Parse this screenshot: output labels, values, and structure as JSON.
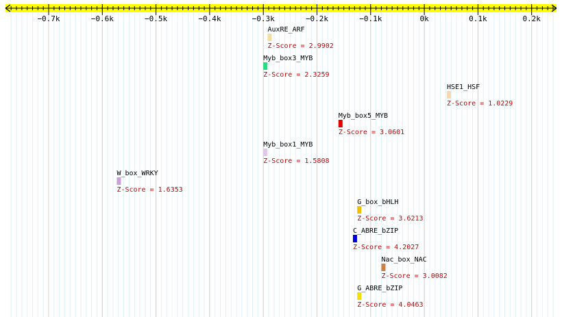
{
  "axis": {
    "range": [
      -770,
      240
    ],
    "major_ticks": [
      {
        "value": -700,
        "label": "−0.7k"
      },
      {
        "value": -600,
        "label": "−0.6k"
      },
      {
        "value": -500,
        "label": "−0.5k"
      },
      {
        "value": -400,
        "label": "−0.4k"
      },
      {
        "value": -300,
        "label": "−0.3k"
      },
      {
        "value": -200,
        "label": "−0.2k"
      },
      {
        "value": -100,
        "label": "−0.1k"
      },
      {
        "value": 0,
        "label": "0k"
      },
      {
        "value": 100,
        "label": "0.1k"
      },
      {
        "value": 200,
        "label": "0.2k"
      }
    ],
    "minor_step": 10,
    "bar_color": "#ffff00",
    "major_grid_color": "#d0d0d0",
    "minor_grid_color": "#dff2f8"
  },
  "score_prefix": "Z-Score = ",
  "sites": [
    {
      "name": "AuxRE_ARF",
      "score": "2.9902",
      "position": -292,
      "color": "#f0e0a0"
    },
    {
      "name": "Myb_box3_MYB",
      "score": "2.3259",
      "position": -300,
      "color": "#20e080"
    },
    {
      "name": "HSE1_HSF",
      "score": "1.0229",
      "position": 42,
      "color": "#f5d8b0"
    },
    {
      "name": "Myb_box5_MYB",
      "score": "3.0601",
      "position": -160,
      "color": "#e00000"
    },
    {
      "name": "Myb_box1_MYB",
      "score": "1.5808",
      "position": -300,
      "color": "#e0c8e8"
    },
    {
      "name": "W_box_WRKY",
      "score": "1.6353",
      "position": -573,
      "color": "#c8a0d8"
    },
    {
      "name": "G_box_bHLH",
      "score": "3.6213",
      "position": -125,
      "color": "#f0c000"
    },
    {
      "name": "C_ABRE_bZIP",
      "score": "4.2027",
      "position": -133,
      "color": "#0000e0"
    },
    {
      "name": "Nac_box_NAC",
      "score": "3.0082",
      "position": -80,
      "color": "#d08040"
    },
    {
      "name": "G_ABRE_bZIP",
      "score": "4.0463",
      "position": -125,
      "color": "#f0e000"
    }
  ]
}
